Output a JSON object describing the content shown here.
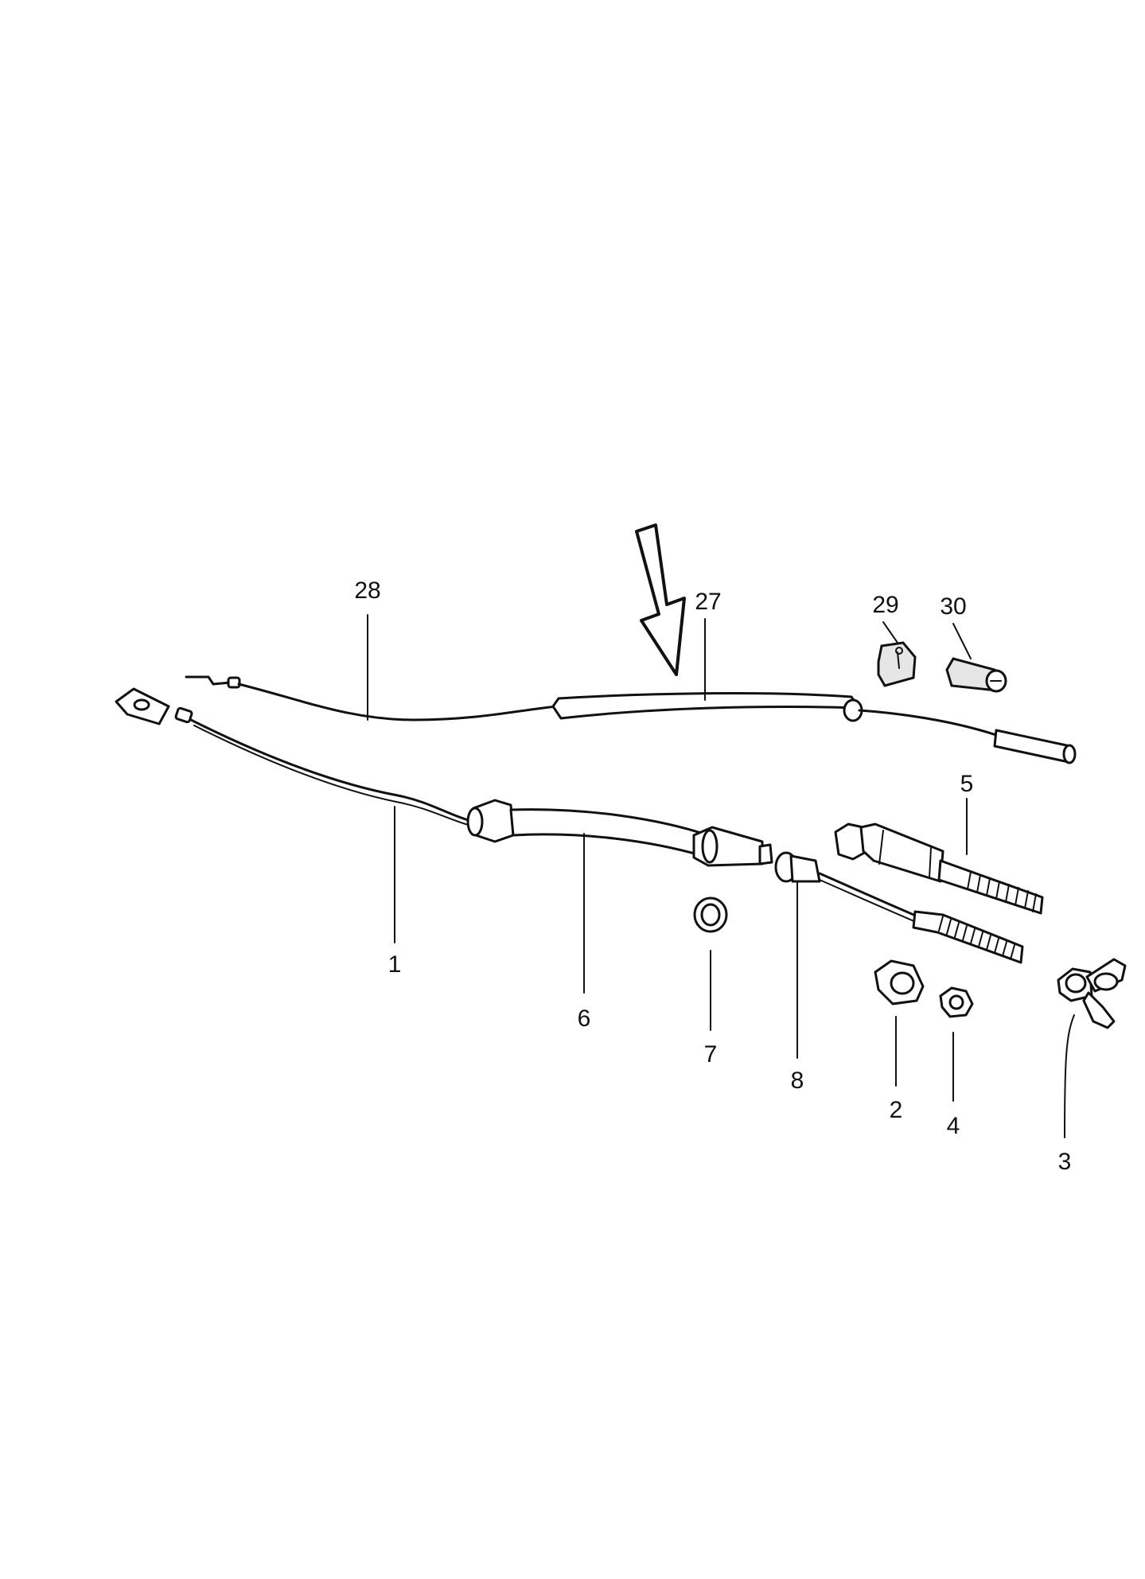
{
  "parts": [
    {
      "id": "p28",
      "label": "28"
    },
    {
      "id": "p27",
      "label": "27"
    },
    {
      "id": "p29",
      "label": "29"
    },
    {
      "id": "p30",
      "label": "30"
    },
    {
      "id": "p5",
      "label": "5"
    },
    {
      "id": "p1",
      "label": "1"
    },
    {
      "id": "p6",
      "label": "6"
    },
    {
      "id": "p7",
      "label": "7"
    },
    {
      "id": "p8",
      "label": "8"
    },
    {
      "id": "p2",
      "label": "2"
    },
    {
      "id": "p4",
      "label": "4"
    },
    {
      "id": "p3",
      "label": "3"
    }
  ],
  "colors": {
    "ink": "#111111",
    "background": "#ffffff"
  }
}
